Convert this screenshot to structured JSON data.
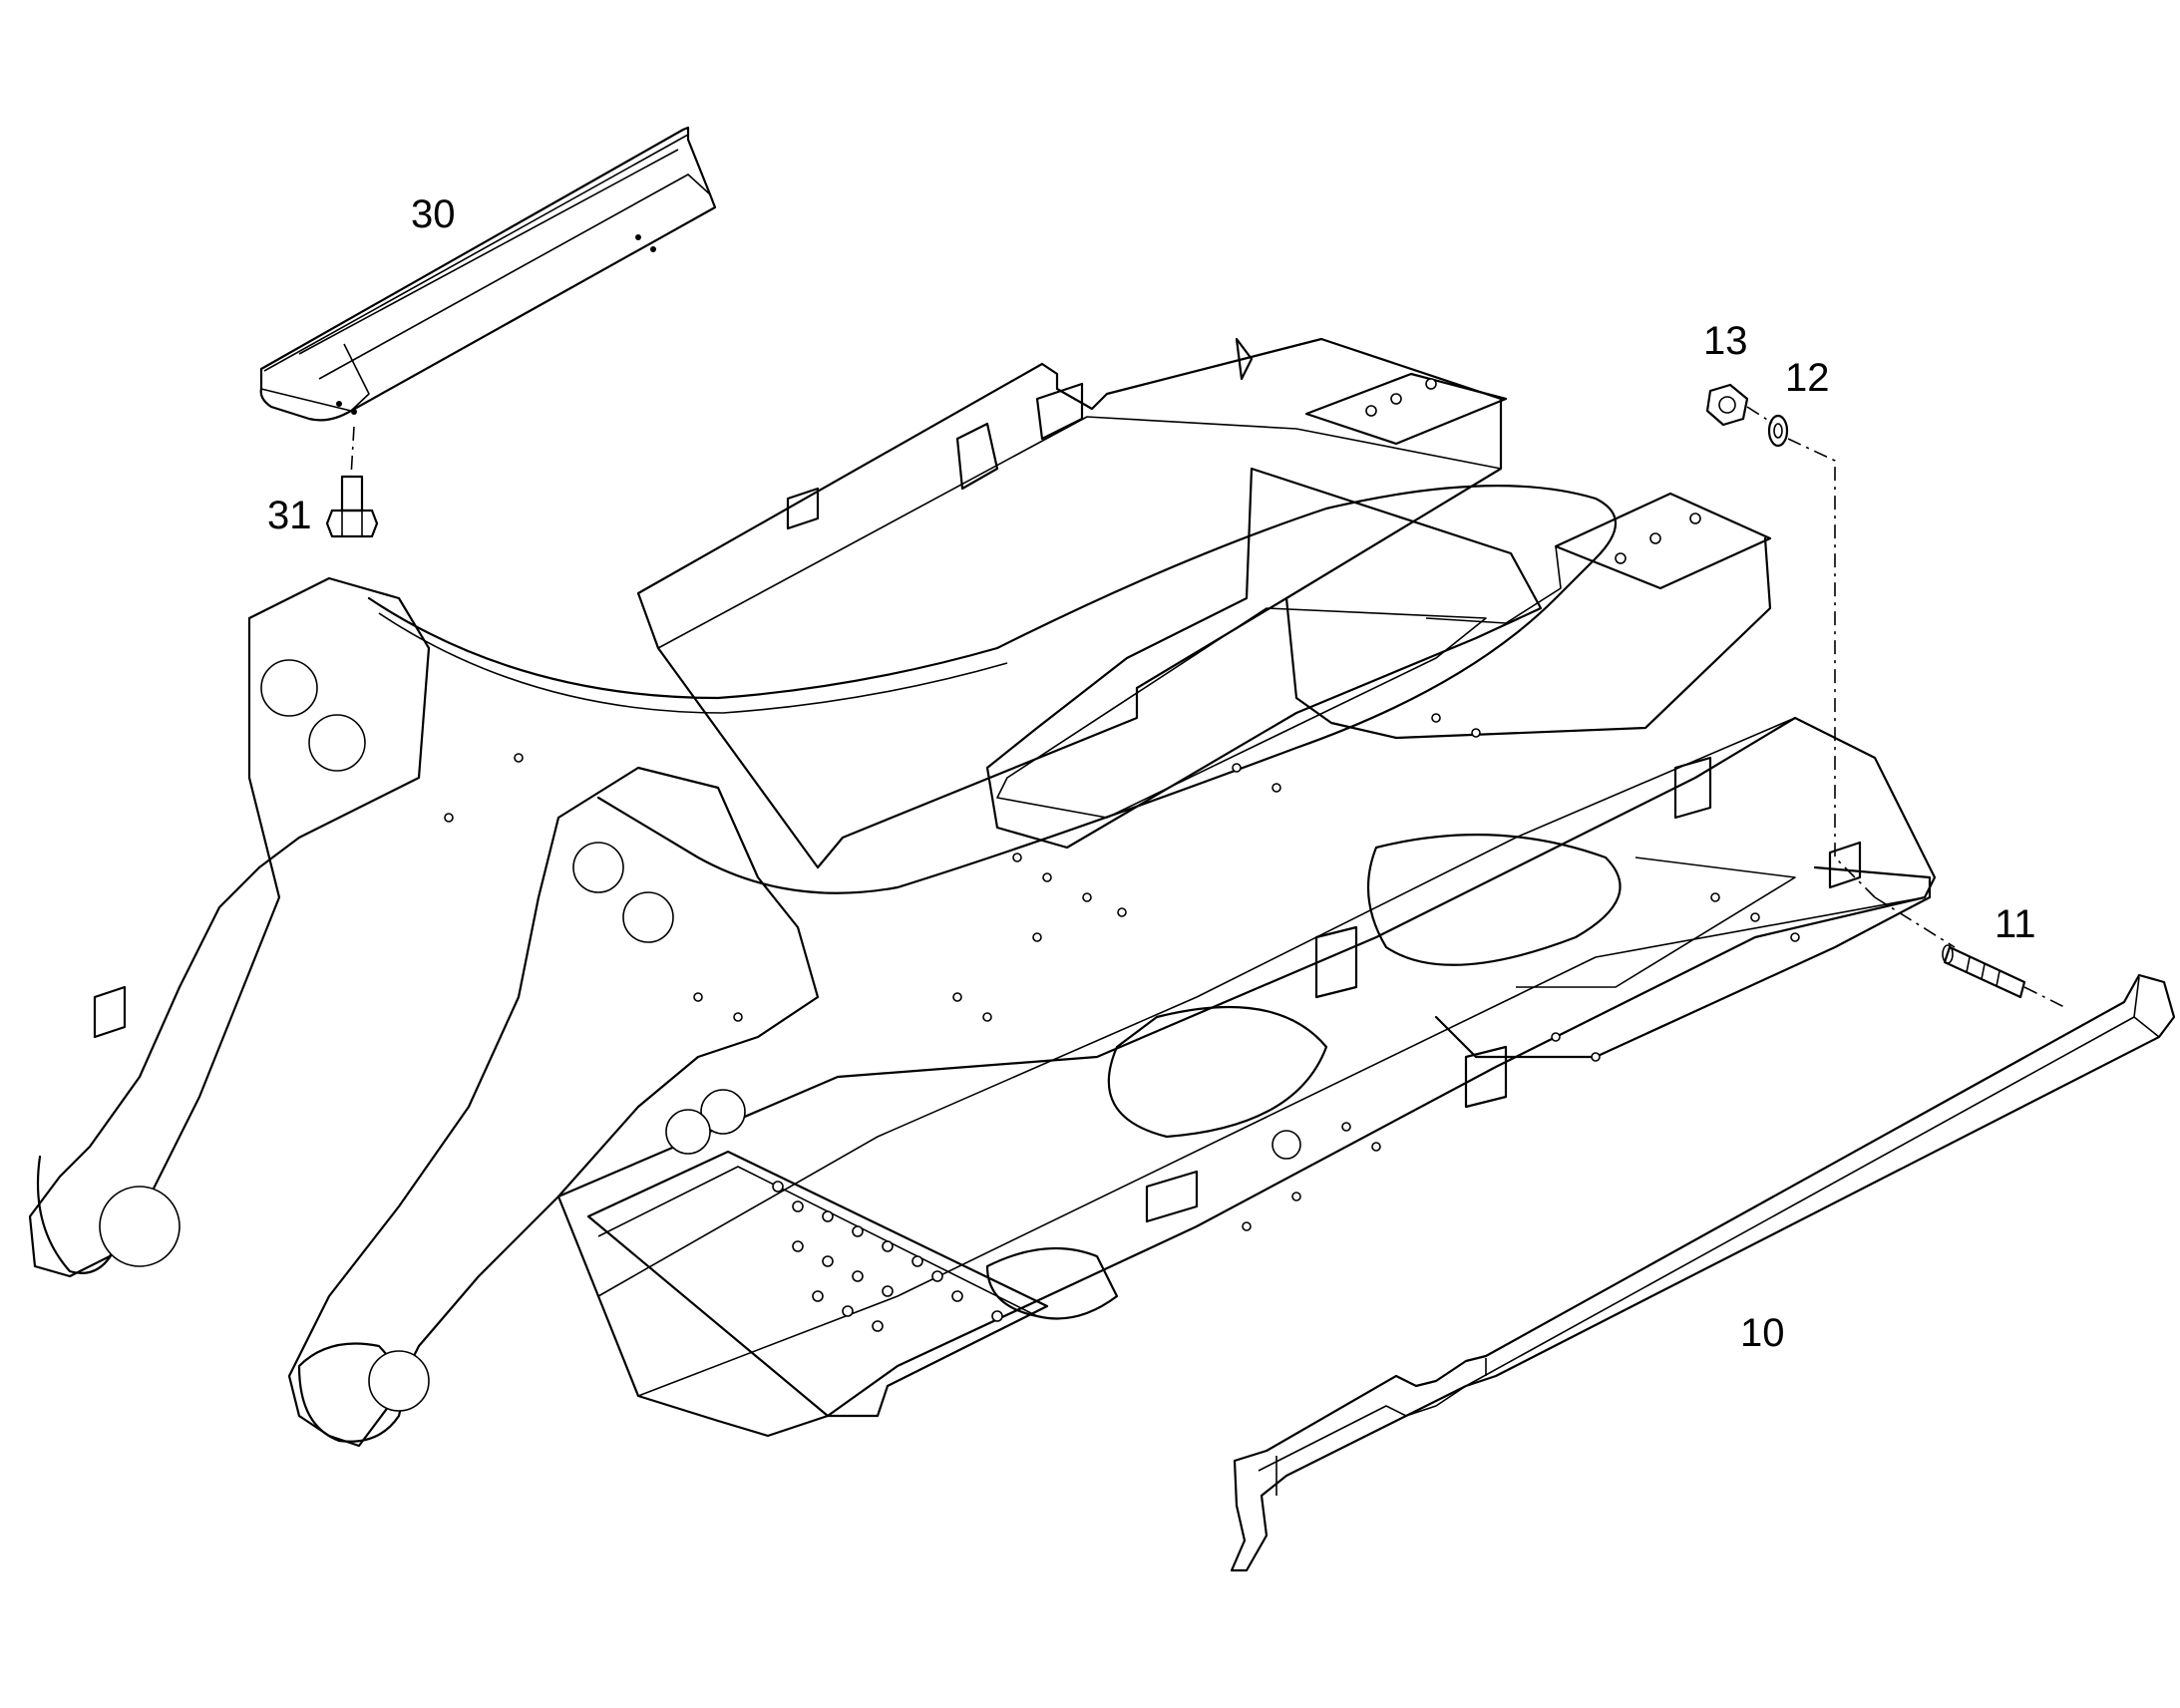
{
  "callouts": {
    "item_10": "10",
    "item_11": "11",
    "item_12": "12",
    "item_13": "13",
    "item_30": "30",
    "item_31": "31"
  }
}
